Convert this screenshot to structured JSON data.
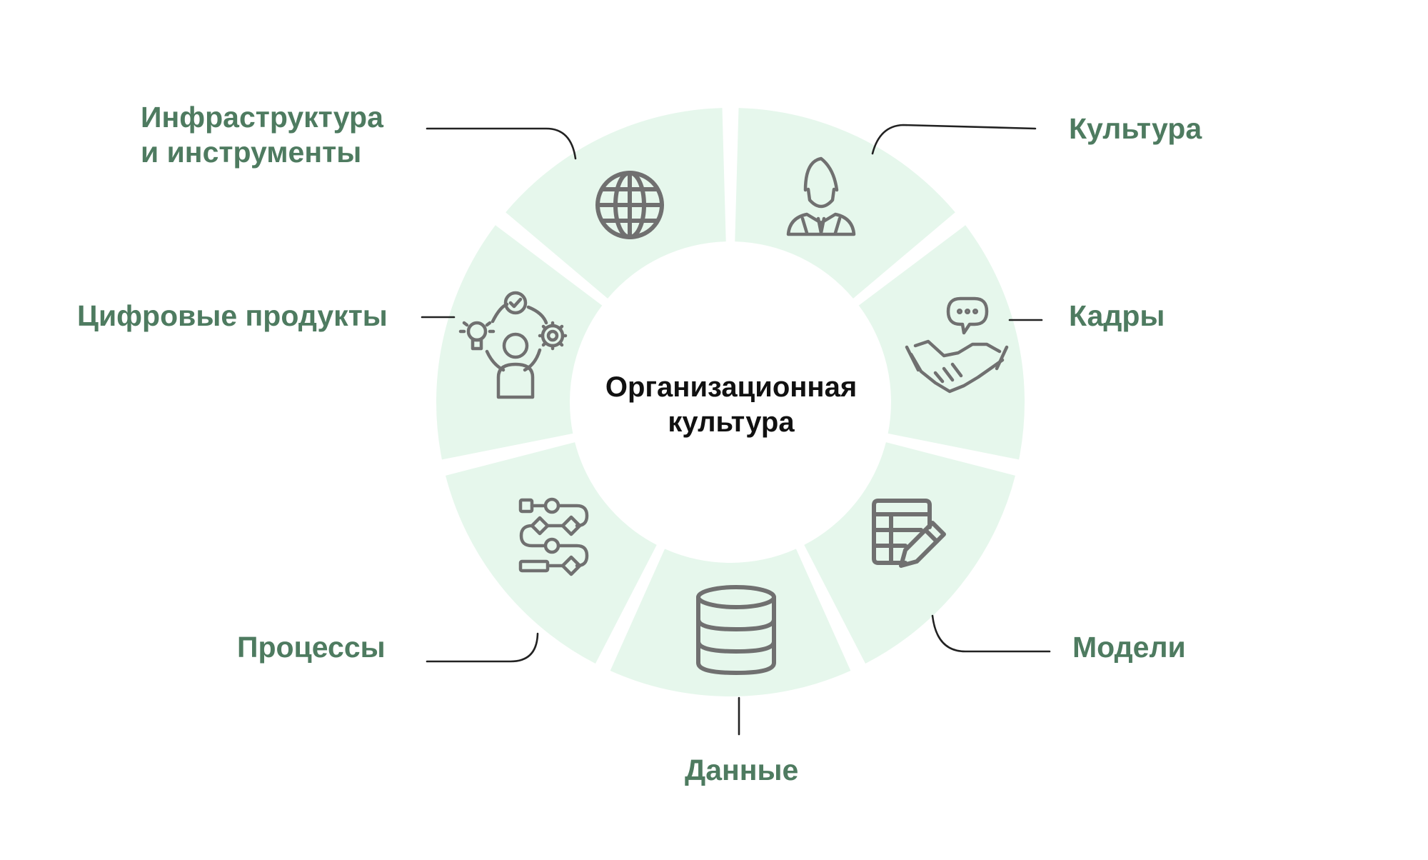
{
  "center": {
    "line1": "Организационная",
    "line2": "культура"
  },
  "segments": {
    "infrastructure": {
      "line1": "Инфраструктура",
      "line2": "и инструменты",
      "icon": "globe-icon"
    },
    "culture": {
      "label": "Культура",
      "icon": "businessman-icon"
    },
    "staff": {
      "label": "Кадры",
      "icon": "handshake-icon"
    },
    "models": {
      "label": "Модели",
      "icon": "table-edit-icon"
    },
    "data": {
      "label": "Данные",
      "icon": "database-icon"
    },
    "processes": {
      "label": "Процессы",
      "icon": "flowchart-icon"
    },
    "digital_products": {
      "label": "Цифровые продукты",
      "icon": "person-ideas-icon"
    }
  },
  "colors": {
    "segment_fill": "#e6f7ec",
    "label_text": "#4e7b60",
    "center_text": "#111111",
    "icon_stroke": "#707070",
    "connector": "#222222"
  }
}
